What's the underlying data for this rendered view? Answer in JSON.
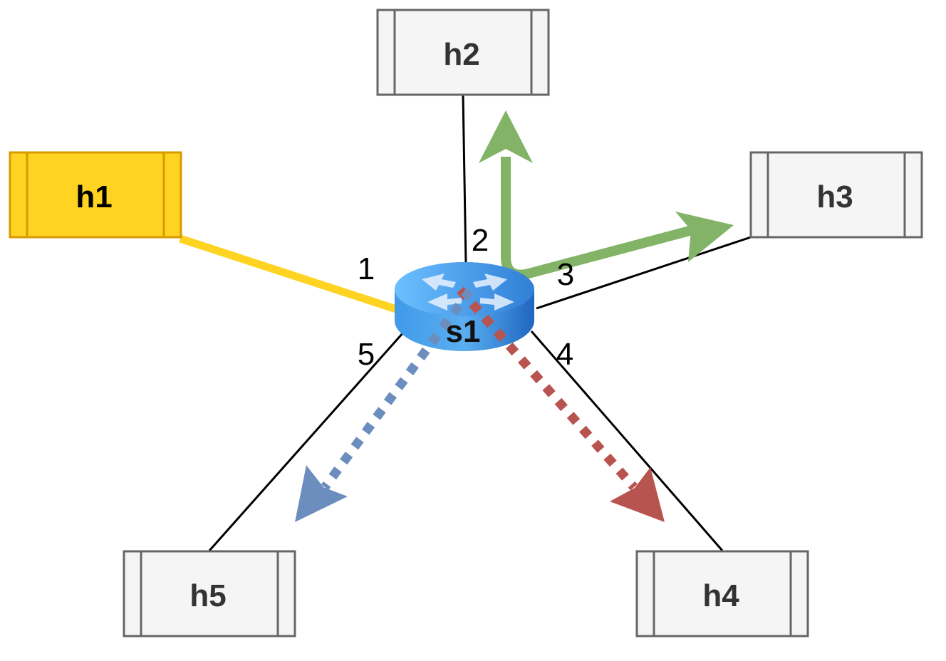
{
  "colors": {
    "host_fill": "#f5f5f5",
    "host_stroke": "#666666",
    "host_text": "#333333",
    "highlight_fill": "#ffd321",
    "highlight_stroke": "#d79b00",
    "highlight_text": "#000000",
    "link": "#000000",
    "highlight_link": "#ffd321",
    "arrow_green": "#82b366",
    "arrow_blue": "#6c8ebf",
    "arrow_red": "#b85450",
    "switch_blue": "#3a8fe0"
  },
  "switch": {
    "label": "s1",
    "icon": "router-icon"
  },
  "hosts": {
    "h1": {
      "label": "h1",
      "highlighted": true
    },
    "h2": {
      "label": "h2",
      "highlighted": false
    },
    "h3": {
      "label": "h3",
      "highlighted": false
    },
    "h4": {
      "label": "h4",
      "highlighted": false
    },
    "h5": {
      "label": "h5",
      "highlighted": false
    }
  },
  "ports": {
    "p1": "1",
    "p2": "2",
    "p3": "3",
    "p4": "4",
    "p5": "5"
  },
  "flows": [
    {
      "to": "h2",
      "style": "solid",
      "color": "green"
    },
    {
      "to": "h3",
      "style": "solid",
      "color": "green"
    },
    {
      "to": "h5",
      "style": "dotted",
      "color": "blue"
    },
    {
      "to": "h4",
      "style": "dotted",
      "color": "red"
    }
  ]
}
